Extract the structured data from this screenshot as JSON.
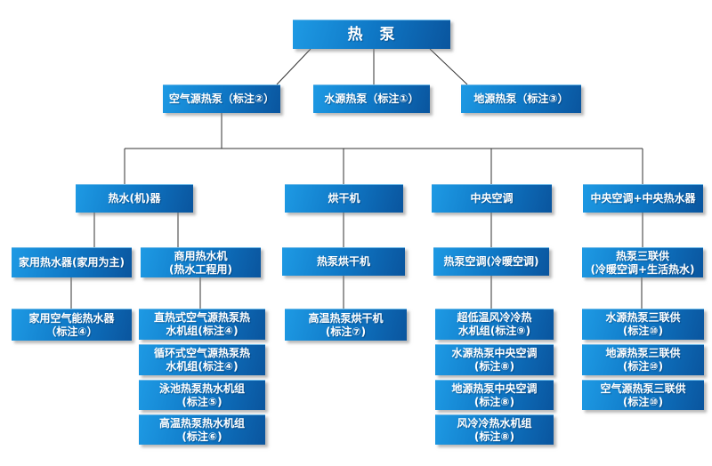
{
  "diagram": {
    "root": "热　泵",
    "level2": {
      "air_source": "空气源热泵（标注②）",
      "water_source": "水源热泵（标注①）",
      "ground_source": "地源热泵（标注③）"
    },
    "level3": {
      "water_heater": "热水(机)器",
      "dryer": "烘干机",
      "central_ac": "中央空调",
      "ac_plus_heater": "中央空调+中央热水器"
    },
    "level4": {
      "home_water_heater": "家用热水器(家用为主)",
      "commercial_water_heater": "商用热水机\n(热水工程用)",
      "heat_pump_dryer": "热泵烘干机",
      "heat_pump_ac": "热泵空调(冷暖空调)",
      "triple_supply": "热泵三联供\n(冷暖空调+生活热水)"
    },
    "level5": {
      "home_air_heater": "家用空气能热水器\n（标注④）",
      "direct_heat_unit": "直热式空气源热泵热\n水机组(标注④)",
      "circulating_unit": "循环式空气源热泵热\n水机组(标注④)",
      "pool_unit": "泳池热泵热水机组\n(标注⑤)",
      "high_temp_water_unit": "高温热泵热水机组\n(标注⑥)",
      "high_temp_dryer": "高温热泵烘干机\n(标注⑦)",
      "ultra_low_temp_unit": "超低温风冷冷热\n水机组(标注⑨)",
      "water_source_ac": "水源热泵中央空调\n(标注⑧)",
      "ground_source_ac": "地源热泵中央空调\n(标注⑧)",
      "air_cooled_unit": "风冷冷热水机组\n(标注⑧)",
      "water_triple_supply": "水源热泵三联供\n(标注⑩)",
      "ground_triple_supply": "地源热泵三联供\n(标注⑩)",
      "air_triple_supply": "空气源热泵三联供\n(标注⑩)"
    }
  },
  "colors": {
    "box_gradient_left": "#1e9ae4",
    "box_gradient_right": "#0a559e",
    "connector": "#333333",
    "text": "#ffffff",
    "background": "#ffffff"
  }
}
